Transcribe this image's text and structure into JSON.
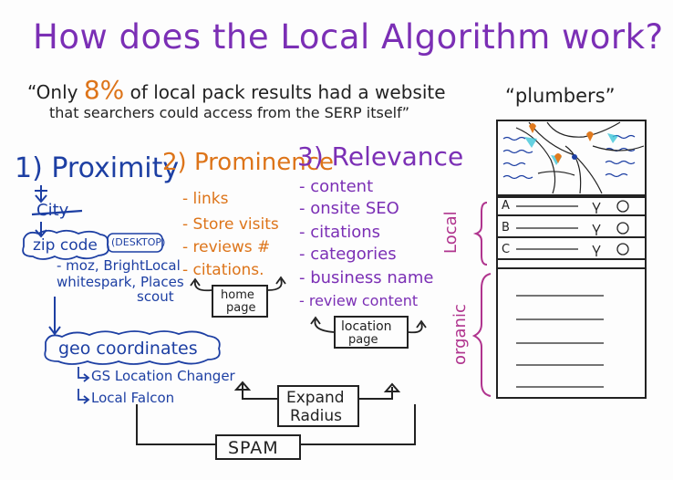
{
  "title": "How does the Local Algorithm work?",
  "quote": {
    "line1_prefix": "“Only",
    "highlight": "8%",
    "line1_suffix": "of local pack results had a website",
    "line2": "that searchers could access from the SERP itself”"
  },
  "proximity": {
    "heading": "1) Proximity",
    "city": "City",
    "zip": "zip code",
    "desktop": "(DESKTOP)",
    "tools1": "- moz, BrightLocal",
    "tools2": "whitespark, Places",
    "tools3": "scout",
    "geo": "geo coordinates",
    "geo_tool1": "GS Location Changer",
    "geo_tool2": "Local Falcon"
  },
  "prominence": {
    "heading": "2) Prominence",
    "items": [
      "- links",
      "- Store visits",
      "- reviews #",
      "- citations."
    ],
    "box_line1": "home",
    "box_line2": "page"
  },
  "relevance": {
    "heading": "3) Relevance",
    "items": [
      "- content",
      "- onsite SEO",
      "- citations",
      "- categories",
      "- business name",
      "- review content"
    ],
    "box_line1": "location",
    "box_line2": "page"
  },
  "expand": {
    "line1": "Expand",
    "line2": "Radius"
  },
  "spam": "SPAM",
  "serp": {
    "query": "“plumbers”",
    "local_label": "Local",
    "organic_label": "organic",
    "pack": [
      "A",
      "B",
      "C"
    ]
  },
  "colors": {
    "title": "#7b2fb5",
    "proximity": "#1d3fa3",
    "prominence": "#dd7419",
    "relevance": "#7b2fb5",
    "serp_labels": "#b0348e"
  }
}
